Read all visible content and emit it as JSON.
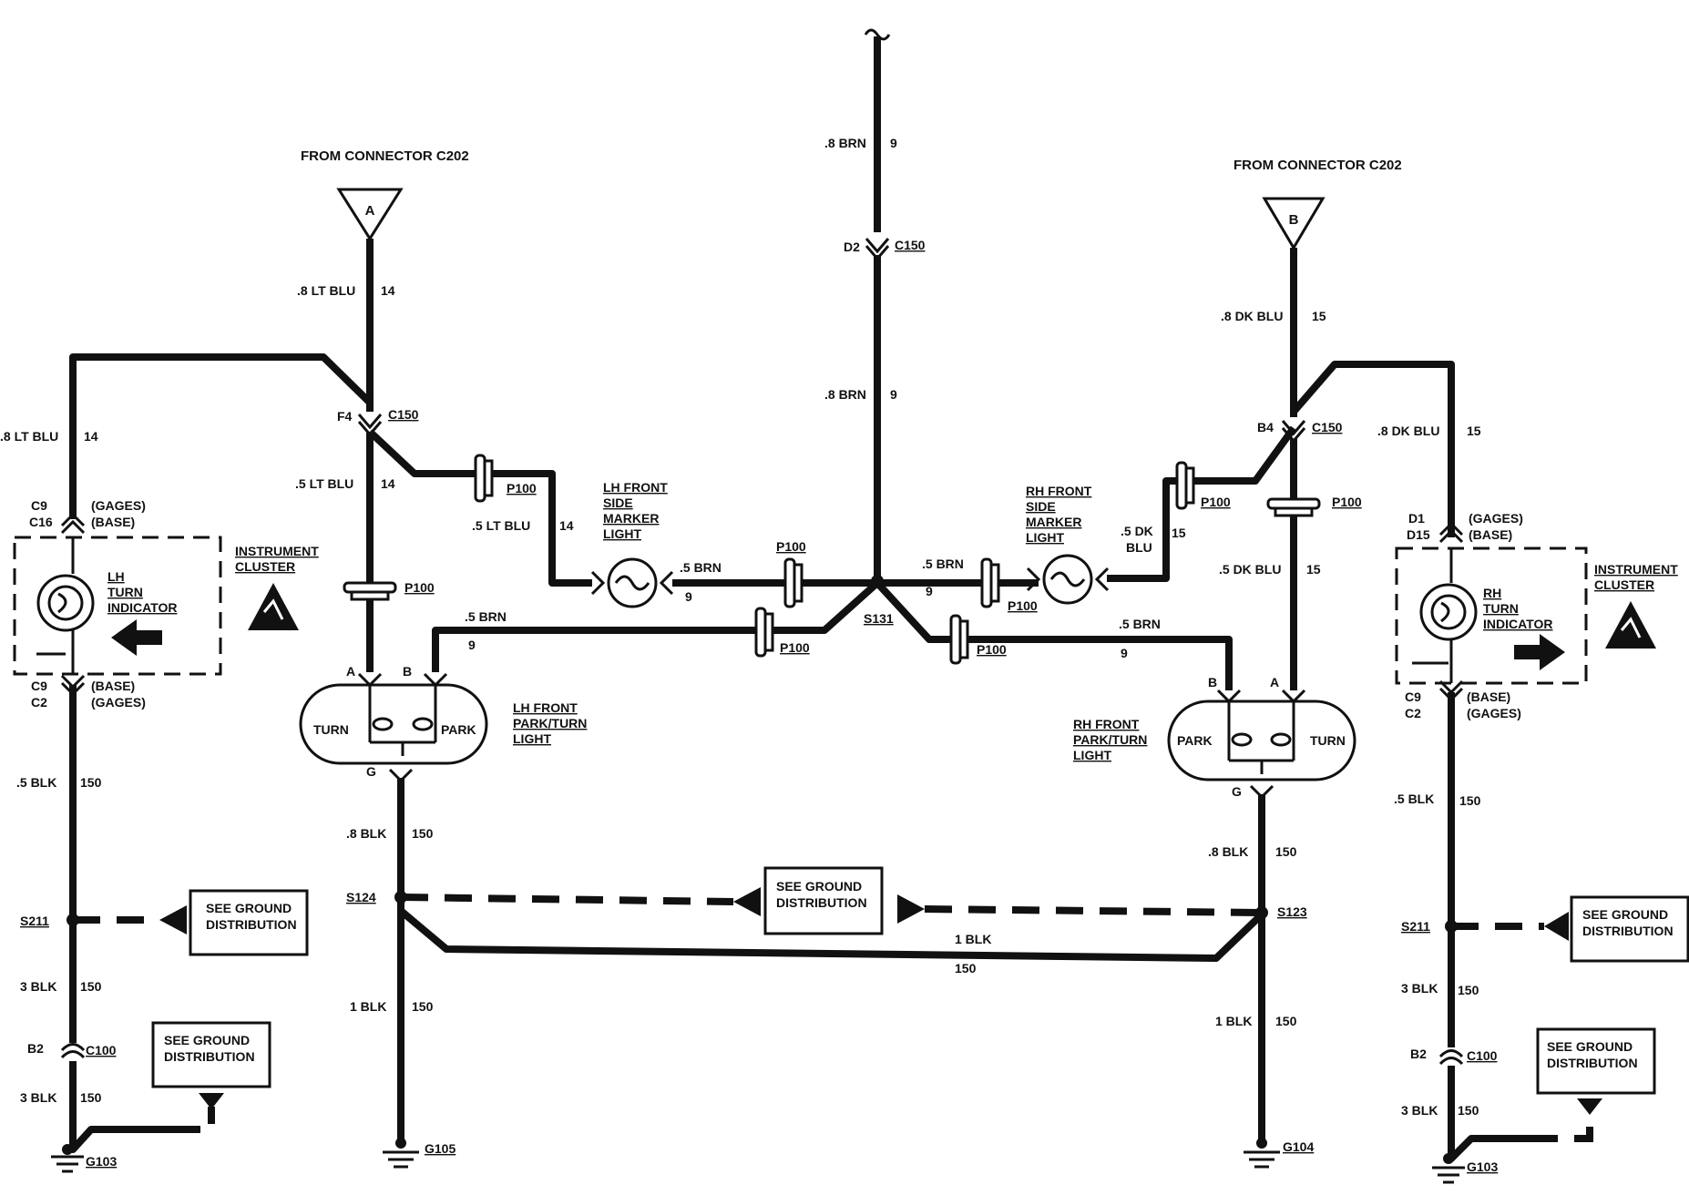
{
  "labels": {
    "from_a": "FROM CONNECTOR C202",
    "from_b": "FROM CONNECTOR C202",
    "conn_a": "A",
    "conn_b": "B",
    "w_8ltblu": ".8 LT BLU",
    "n14a": "14",
    "w_8ltblu_l": ".8 LT BLU",
    "n14b": "14",
    "f4": "F4",
    "c150_l": "C150",
    "w_5ltblu": ".5 LT BLU",
    "n14c": "14",
    "w_5ltblu2": ".5 LT BLU",
    "n14d": "14",
    "p100_1": "P100",
    "p100_2": "P100",
    "c9_l": "C9",
    "c16_l": "C16",
    "gages_l": "(GAGES)",
    "base_l": "(BASE)",
    "inst_cluster_l1": "INSTRUMENT",
    "inst_cluster_l2": "CLUSTER",
    "lh_turn_1": "LH",
    "lh_turn_2": "TURN",
    "lh_turn_3": "INDICATOR",
    "c9_l2": "C9",
    "c2_l": "C2",
    "base_l2": "(BASE)",
    "gages_l2": "(GAGES)",
    "w_5blk_l": ".5 BLK",
    "n150_l": "150",
    "s211_l": "S211",
    "sgd_l1": "SEE GROUND",
    "sgd_l2": "DISTRIBUTION",
    "w_3blk_l": "3 BLK",
    "n150_l2": "150",
    "b2_l": "B2",
    "c100_l": "C100",
    "sgd_l3": "SEE GROUND",
    "sgd_l4": "DISTRIBUTION",
    "w_3blk_l2": "3 BLK",
    "n150_l3": "150",
    "g103_l": "G103",
    "lh_marker_1": "LH FRONT",
    "lh_marker_2": "SIDE",
    "lh_marker_3": "MARKER",
    "lh_marker_4": "LIGHT",
    "w_5brn_a": ".5 BRN",
    "n9_a": "9",
    "p100_3": "P100",
    "w_5brn_b": ".5 BRN",
    "n9_b": "9",
    "p100_4": "P100",
    "pin_a_l": "A",
    "pin_b_l": "B",
    "turn_l": "TURN",
    "park_l": "PARK",
    "lh_park_1": "LH FRONT",
    "lh_park_2": "PARK/TURN",
    "lh_park_3": "LIGHT",
    "g_l": "G",
    "w_8blk_l": ".8 BLK",
    "n150_c": "150",
    "s124": "S124",
    "w_1blk_l": "1 BLK",
    "n150_d": "150",
    "g105": "G105",
    "w_8brn_top": ".8 BRN",
    "n9_top": "9",
    "d2": "D2",
    "c150_c": "C150",
    "w_8brn_mid": ".8 BRN",
    "n9_mid": "9",
    "s131": "S131",
    "sgd_c1": "SEE GROUND",
    "sgd_c2": "DISTRIBUTION",
    "w_1blk_c": "1 BLK",
    "n150_e": "150",
    "w_8dkblu": ".8 DK BLU",
    "n15a": "15",
    "b4": "B4",
    "c150_r": "C150",
    "w_8dkblu_r": ".8 DK BLU",
    "n15b": "15",
    "p100_5": "P100",
    "p100_6": "P100",
    "rh_marker_1": "RH FRONT",
    "rh_marker_2": "SIDE",
    "rh_marker_3": "MARKER",
    "rh_marker_4": "LIGHT",
    "w_5dk": ".5 DK",
    "w_blu": "BLU",
    "n15c": "15",
    "w_5dkblu": ".5 DK BLU",
    "n15d": "15",
    "w_5brn_c": ".5 BRN",
    "n9_c": "9",
    "p100_7": "P100",
    "w_5brn_d": ".5 BRN",
    "n9_d": "9",
    "p100_8": "P100",
    "rpin_b": "B",
    "rpin_a": "A",
    "rpark": "PARK",
    "rturn": "TURN",
    "rh_park_1": "RH FRONT",
    "rh_park_2": "PARK/TURN",
    "rh_park_3": "LIGHT",
    "rg": "G",
    "w_8blk_r": ".8 BLK",
    "n150_f": "150",
    "s123": "S123",
    "w_1blk_r": "1 BLK",
    "n150_g": "150",
    "g104": "G104",
    "d1": "D1",
    "d15": "D15",
    "rgages": "(GAGES)",
    "rbase": "(BASE)",
    "rinst1": "INSTRUMENT",
    "rinst2": "CLUSTER",
    "rh_turn_1": "RH",
    "rh_turn_2": "TURN",
    "rh_turn_3": "INDICATOR",
    "rc9": "C9",
    "rc2": "C2",
    "rbase2": "(BASE)",
    "rgages2": "(GAGES)",
    "w_5blk_r": ".5 BLK",
    "n150_h": "150",
    "rs211": "S211",
    "rsgd1": "SEE GROUND",
    "rsgd2": "DISTRIBUTION",
    "w_3blk_r": "3 BLK",
    "n150_i": "150",
    "rb2": "B2",
    "rc100": "C100",
    "rsgd3": "SEE GROUND",
    "rsgd4": "DISTRIBUTION",
    "w_3blk_r2": "3 BLK",
    "n150_j": "150",
    "rg103": "G103"
  },
  "colors": {
    "ink": "#111111",
    "background": "#ffffff"
  }
}
